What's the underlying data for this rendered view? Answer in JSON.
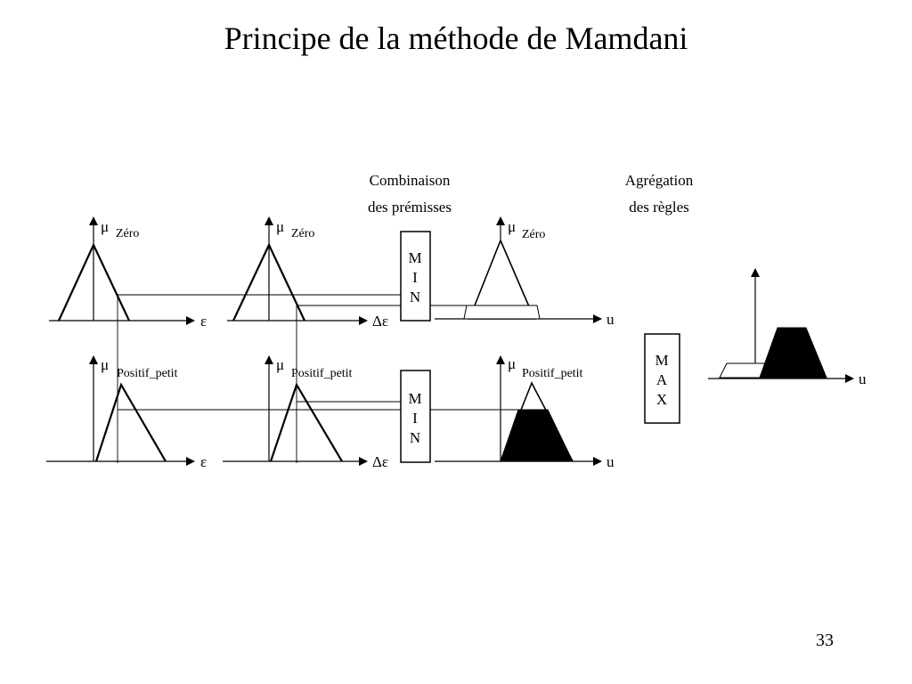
{
  "slide": {
    "title": "Principe de la méthode de Mamdani",
    "number": "33"
  },
  "captions": {
    "combination": [
      "Combinaison",
      "des prémisses"
    ],
    "aggregation": [
      "Agrégation",
      "des règles"
    ]
  },
  "labels": {
    "mu": "μ",
    "zero": "Zéro",
    "positif_petit": "Positif_petit",
    "epsilon": "ε",
    "delta_epsilon": "Δε",
    "u": "u"
  },
  "operators": {
    "min": [
      "M",
      "I",
      "N"
    ],
    "max": [
      "M",
      "A",
      "X"
    ]
  }
}
